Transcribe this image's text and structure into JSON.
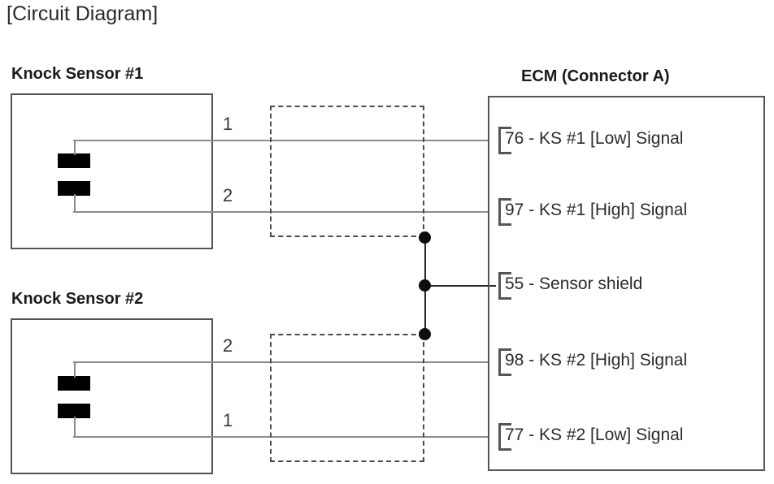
{
  "title": "[Circuit Diagram]",
  "sensors": [
    {
      "name": "knock-sensor-1",
      "label": "Knock Sensor #1",
      "pins": [
        {
          "number": "1",
          "signal": "KS #1 [Low] Signal"
        },
        {
          "number": "2",
          "signal": "KS #1 [High] Signal"
        }
      ]
    },
    {
      "name": "knock-sensor-2",
      "label": "Knock Sensor #2",
      "pins": [
        {
          "number": "2",
          "signal": "KS #2 [High] Signal"
        },
        {
          "number": "1",
          "signal": "KS #2 [Low] Signal"
        }
      ]
    }
  ],
  "ecm": {
    "label": "ECM (Connector A)",
    "terminals": [
      {
        "pin": "76",
        "text": "76 - KS #1 [Low] Signal"
      },
      {
        "pin": "97",
        "text": "97 - KS #1 [High] Signal"
      },
      {
        "pin": "55",
        "text": "55 - Sensor shield"
      },
      {
        "pin": "98",
        "text": "98 - KS #2 [High] Signal"
      },
      {
        "pin": "77",
        "text": "77 - KS #2 [Low] Signal"
      }
    ]
  },
  "colors": {
    "wire": "#8c8c8c",
    "shield": "#2a2a2a",
    "box_border": "#555555",
    "text": "#2b2b2b",
    "piezo": "#000000"
  }
}
